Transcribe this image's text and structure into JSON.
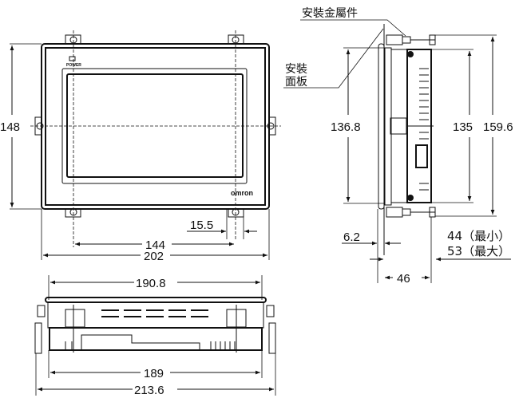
{
  "front_view": {
    "led_label": "POWER",
    "brand_logo": "omron",
    "dims": {
      "height": "148",
      "hole_pitch": "144",
      "width": "202",
      "bracket_offset": "15.5"
    }
  },
  "side_view": {
    "labels": {
      "mounting_bracket": "安裝金屬件",
      "panel_line1": "安裝",
      "panel_line2": "面板"
    },
    "dims": {
      "bezel_height": "136.8",
      "body_height": "135",
      "overall_height": "159.6",
      "bezel_depth": "6.2",
      "depth_min": "44（最小）",
      "depth_max": "53（最大）",
      "body_depth": "46"
    }
  },
  "bottom_view": {
    "dims": {
      "top_width": "190.8",
      "body_width": "189",
      "overall_width": "213.6"
    }
  }
}
